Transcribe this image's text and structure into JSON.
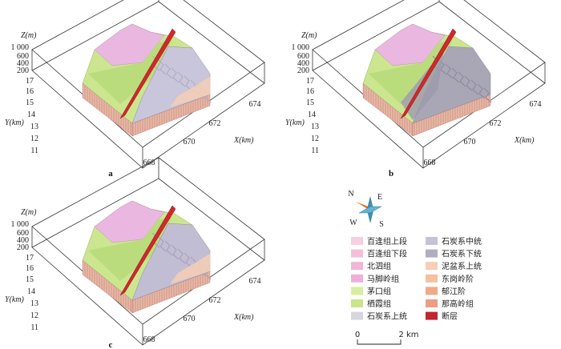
{
  "panels": [
    {
      "letter": "a",
      "z_title": "Z(m)",
      "z_ticks": [
        "1 000",
        "600",
        "400",
        "200"
      ],
      "y_title": "Y(km)",
      "y_ticks": [
        "17",
        "16",
        "15",
        "14",
        "13",
        "12",
        "11"
      ],
      "x_title": "X(km)",
      "x_ticks": [
        "668",
        "670",
        "672",
        "674"
      ],
      "variant": "a"
    },
    {
      "letter": "b",
      "z_title": "Z(m)",
      "z_ticks": [
        "1 000",
        "600",
        "400",
        "200"
      ],
      "y_title": "Y(km)",
      "y_ticks": [
        "17",
        "16",
        "15",
        "14",
        "13",
        "12",
        "11"
      ],
      "x_title": "X(km)",
      "x_ticks": [
        "668",
        "670",
        "672",
        "674"
      ],
      "variant": "b"
    },
    {
      "letter": "c",
      "z_title": "Z(m)",
      "z_ticks": [
        "1 000",
        "600",
        "400",
        "200"
      ],
      "y_title": "Y(km)",
      "y_ticks": [
        "17",
        "16",
        "15",
        "14",
        "13",
        "12",
        "11"
      ],
      "x_title": "X(km)",
      "x_ticks": [
        "668",
        "670",
        "672",
        "674"
      ],
      "variant": "c"
    }
  ],
  "compass": {
    "n": "N",
    "e": "E",
    "s": "S",
    "w": "W"
  },
  "legend": [
    {
      "label": "百逢组上段",
      "color": "#f6cfe0"
    },
    {
      "label": "百逢组下段",
      "color": "#f4c0d8"
    },
    {
      "label": "北泗组",
      "color": "#f0b6d6"
    },
    {
      "label": "马脚岭组",
      "color": "#eeb0d8"
    },
    {
      "label": "茅口组",
      "color": "#d6ef9e"
    },
    {
      "label": "栖霞组",
      "color": "#c9e58a"
    },
    {
      "label": "石炭系上统",
      "color": "#d7d5df"
    },
    {
      "label": "石炭系中统",
      "color": "#c4c2d8"
    },
    {
      "label": "石炭系下统",
      "color": "#b0aec2"
    },
    {
      "label": "泥盆系上统",
      "color": "#f6cfb6"
    },
    {
      "label": "东岗岭阶",
      "color": "#f4c09e"
    },
    {
      "label": "郁江阶",
      "color": "#f0aa88"
    },
    {
      "label": "那高岭组",
      "color": "#ec9e82"
    },
    {
      "label": "断层",
      "color": "#c0262b"
    }
  ],
  "scale": {
    "zero": "0",
    "length": "2 km"
  }
}
